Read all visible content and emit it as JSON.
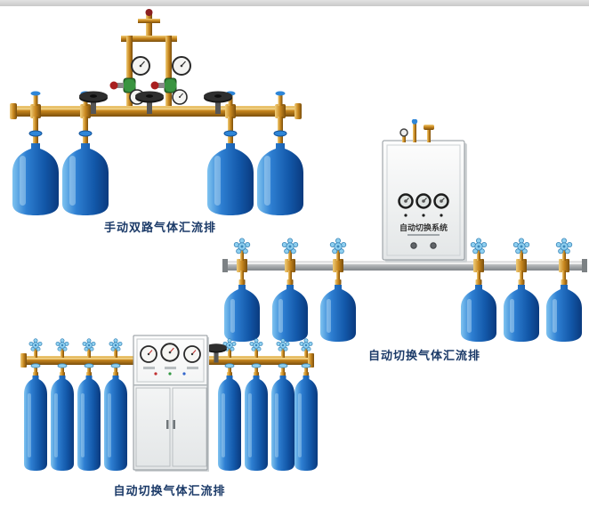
{
  "page": {
    "title": "gas-manifold-product-showcase",
    "background": "#ffffff"
  },
  "colors": {
    "brass_pipe": "#c8871e",
    "steel_pipe": "#b5b8ba",
    "cylinder_blue": "#1257a8",
    "cylinder_blue_light": "#7fc3f0",
    "handwheel_black": "#161616",
    "handwheel_light_blue": "#8fd0f0",
    "cabinet_white": "#f4f5f5",
    "caption_text": "#1b3a68"
  },
  "products": [
    {
      "id": "manual-dual-manifold",
      "caption": "手动双路气体汇流排",
      "cylinder_count": 4
    },
    {
      "id": "auto-switch-manifold-wall-cabinet",
      "caption": "自动切换气体汇流排",
      "cabinet_label": "自动切换系统",
      "cylinder_count": 6
    },
    {
      "id": "auto-switch-manifold-floor-cabinet",
      "caption": "自动切换气体汇流排",
      "cylinder_count": 8
    }
  ]
}
